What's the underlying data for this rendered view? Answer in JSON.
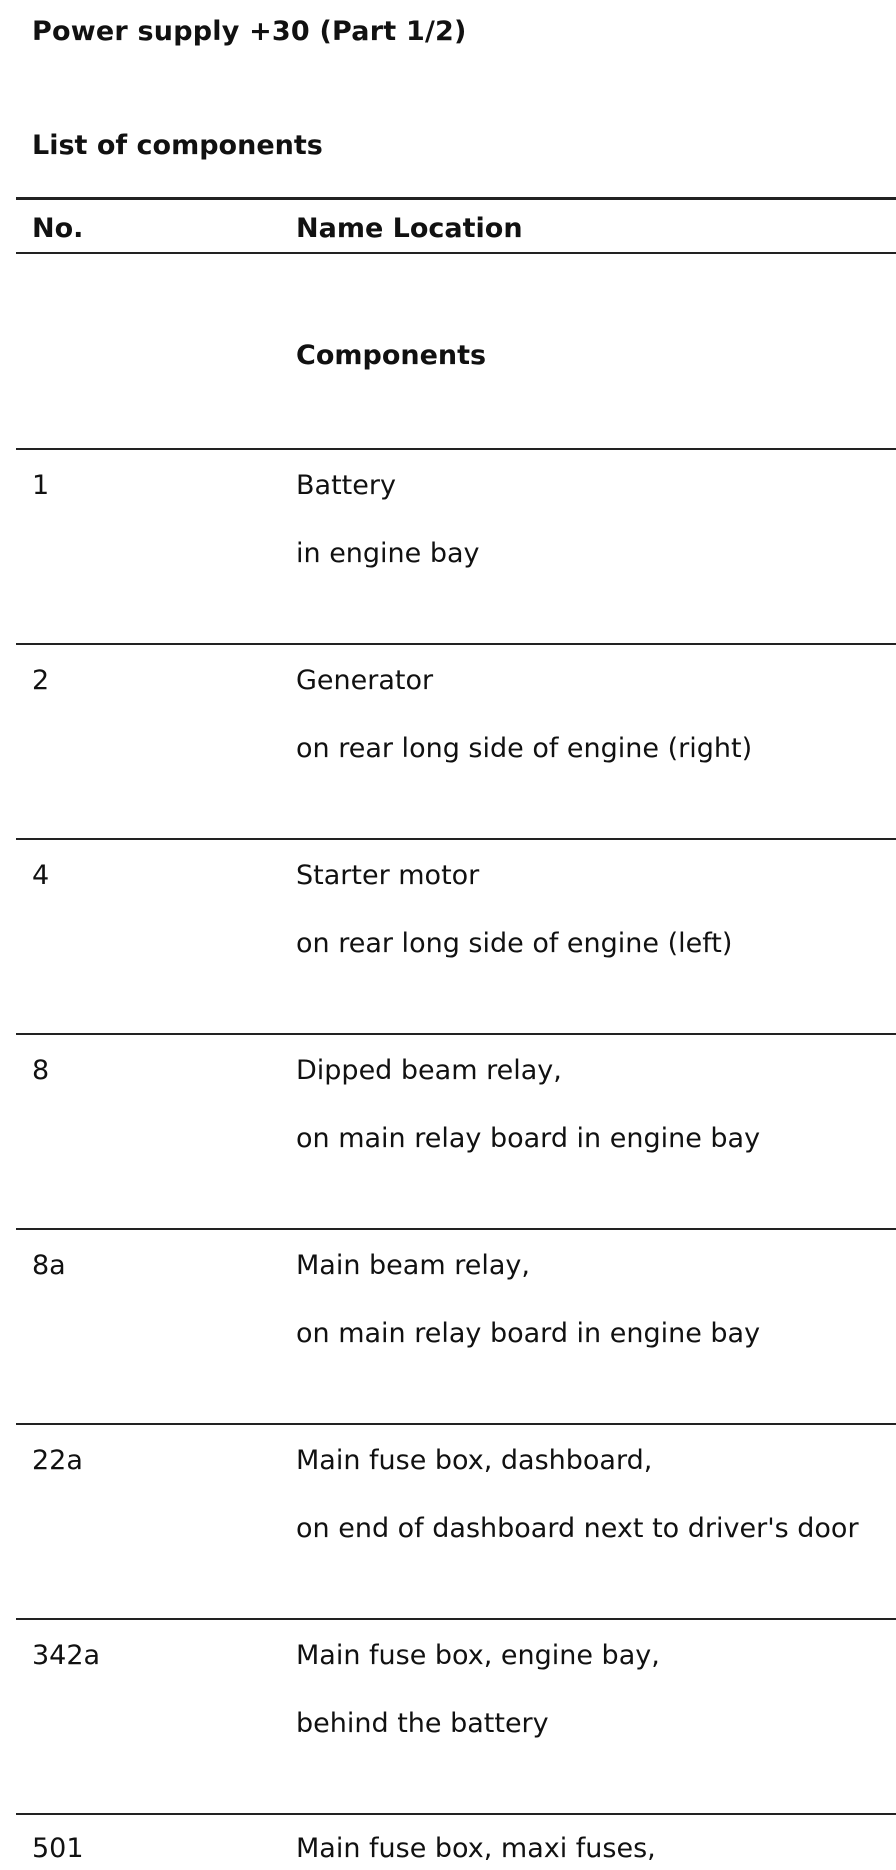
{
  "document": {
    "title": "Power supply +30 (Part 1/2)",
    "subtitle": "List of components"
  },
  "table": {
    "headers": {
      "no": "No.",
      "name_location": "Name Location"
    },
    "section_heading": "Components",
    "rows": [
      {
        "no": "1",
        "name": "Battery",
        "location": "in engine bay"
      },
      {
        "no": "2",
        "name": "Generator",
        "location": "on rear long side of engine (right)"
      },
      {
        "no": "4",
        "name": "Starter motor",
        "location": "on rear long side of engine (left)"
      },
      {
        "no": "8",
        "name": "Dipped beam relay,",
        "location": "on main relay board in engine bay"
      },
      {
        "no": "8a",
        "name": "Main beam relay,",
        "location": "on main relay board in engine bay"
      },
      {
        "no": "22a",
        "name": "Main fuse box, dashboard,",
        "location": "on end of dashboard next to driver's door"
      },
      {
        "no": "342a",
        "name": "Main fuse box, engine bay,",
        "location": "behind the battery"
      },
      {
        "no": "501",
        "name": "Main fuse box, maxi fuses,",
        "location": ""
      }
    ]
  }
}
